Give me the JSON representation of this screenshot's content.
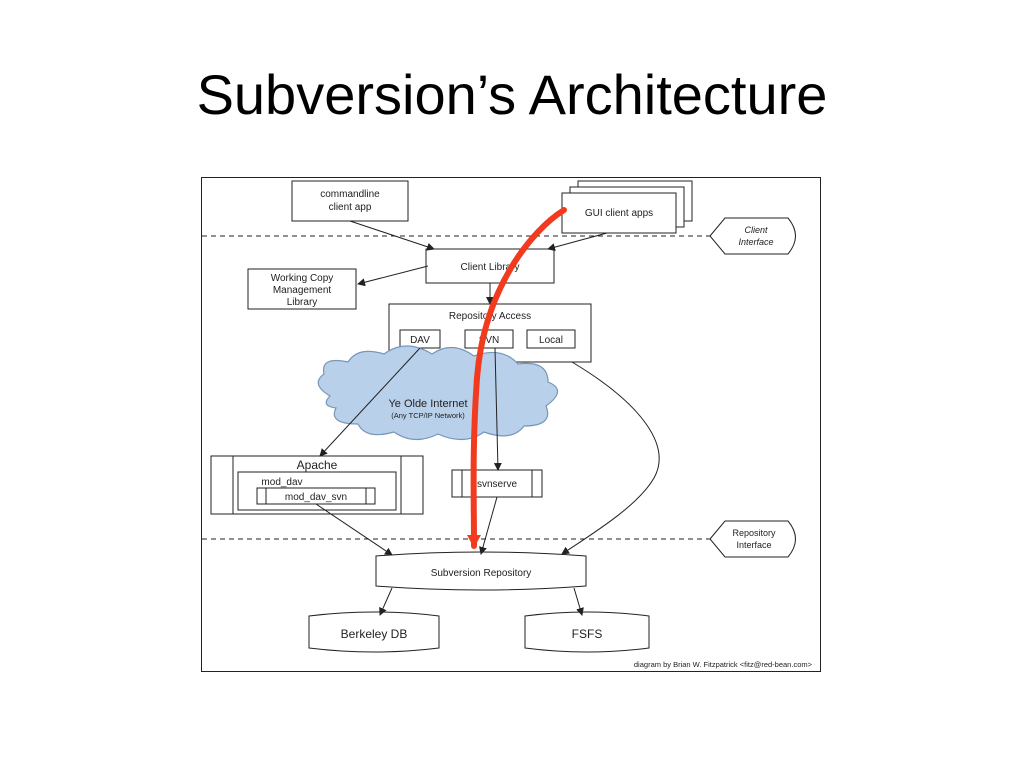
{
  "slide": {
    "title": "Subversion’s Architecture"
  },
  "diagram": {
    "nodes": {
      "commandline": [
        "commandline",
        "client app"
      ],
      "gui": "GUI client apps",
      "client_interface": [
        "Client",
        "Interface"
      ],
      "client_library": "Client Library",
      "working_copy": [
        "Working Copy",
        "Management",
        "Library"
      ],
      "repository_access": "Repository Access",
      "dav": "DAV",
      "svn": "SVN",
      "local": "Local",
      "internet": [
        "Ye Olde Internet",
        "(Any TCP/IP Network)"
      ],
      "apache": "Apache",
      "mod_dav": "mod_dav",
      "mod_dav_svn": "mod_dav_svn",
      "svnserve": "svnserve",
      "repository_interface": [
        "Repository",
        "Interface"
      ],
      "subversion_repository": "Subversion Repository",
      "berkeley_db": "Berkeley DB",
      "fsfs": "FSFS"
    },
    "credit": "diagram by Brian W. Fitzpatrick <fitz@red-bean.com>",
    "colors": {
      "highlight_arrow": "#f23a1e",
      "cloud_fill": "#b8d0ea",
      "cloud_stroke": "#7896b8",
      "line": "#222222"
    }
  }
}
